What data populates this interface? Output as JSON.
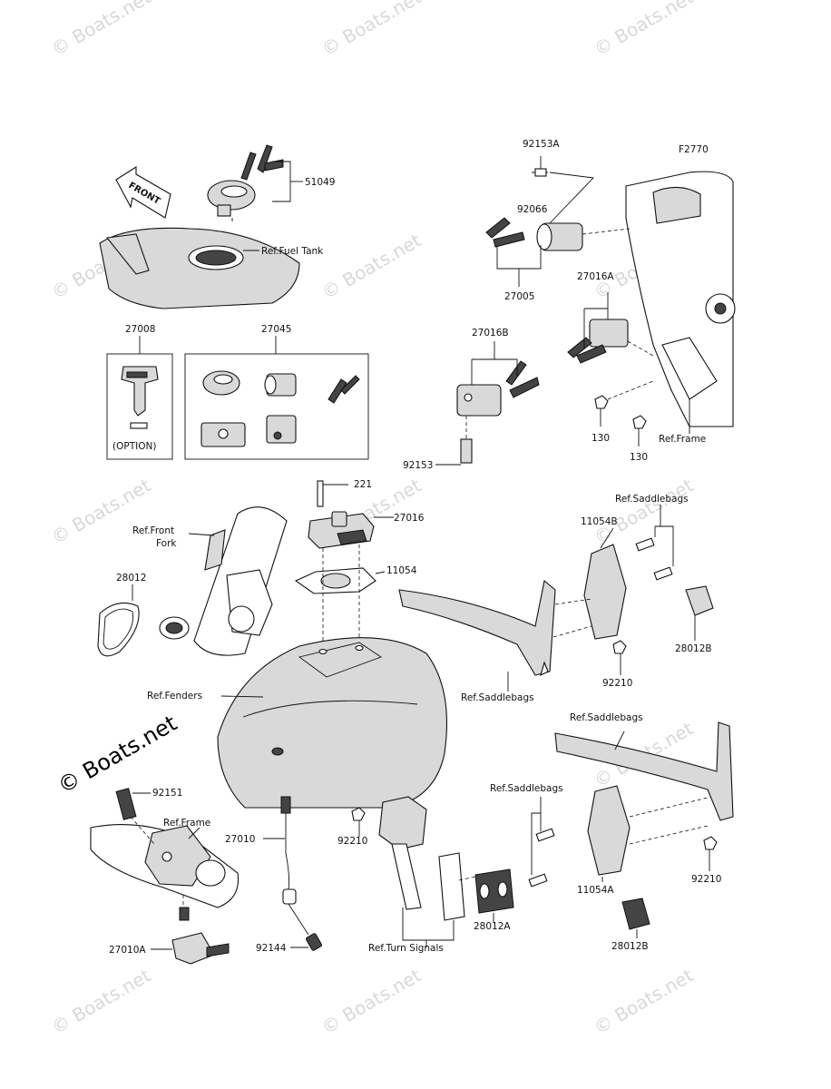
{
  "figure_code": "F2770",
  "front_arrow_label": "FRONT",
  "option_note": "(OPTION)",
  "watermark": "© Boats.net",
  "corner_watermark": "© Boats.net",
  "part_labels": {
    "p51049": "51049",
    "ref_fuel_tank": "Ref.Fuel Tank",
    "p27008": "27008",
    "p27045": "27045",
    "p92153A": "92153A",
    "p92066": "92066",
    "p27005": "27005",
    "p27016A": "27016A",
    "p27016B": "27016B",
    "p92153": "92153",
    "p130a": "130",
    "p130b": "130",
    "ref_frame_top": "Ref.Frame",
    "p221": "221",
    "p27016": "27016",
    "p11054": "11054",
    "ref_front_fork": "Ref.Front",
    "ref_front_fork2": "Fork",
    "p28012": "28012",
    "ref_saddlebags_1": "Ref.Saddlebags",
    "p11054B": "11054B",
    "p28012B_1": "28012B",
    "p92210_1": "92210",
    "ref_saddlebags_2": "Ref.Saddlebags",
    "ref_fenders": "Ref.Fenders",
    "ref_saddlebags_3": "Ref.Saddlebags",
    "ref_saddlebags_4": "Ref.Saddlebags",
    "p92151": "92151",
    "ref_frame_bottom": "Ref.Frame",
    "p27010": "27010",
    "p92210_2": "92210",
    "p27010A": "27010A",
    "p92144": "92144",
    "ref_turn_signals": "Ref.Turn Signals",
    "p28012A": "28012A",
    "p11054A": "11054A",
    "p92210_3": "92210",
    "p28012B_2": "28012B"
  }
}
